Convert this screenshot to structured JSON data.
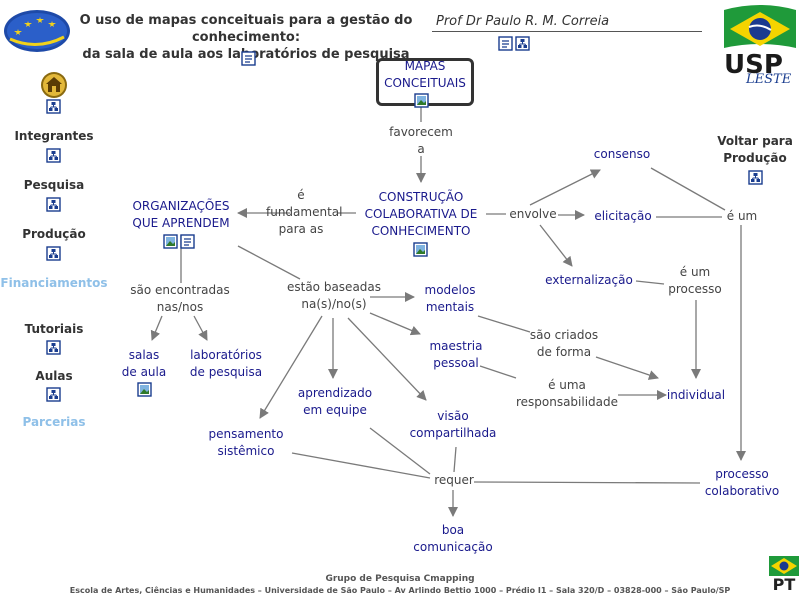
{
  "header": {
    "title_line1": "O uso de mapas conceituais para a gestão do conhecimento:",
    "title_line2": "da sala de aula aos laboratórios de pesquisa",
    "author": "Prof Dr Paulo R. M. Correia"
  },
  "logos": {
    "usp_text": "USP",
    "leste_text": "LESTE"
  },
  "nav": {
    "items": [
      {
        "label": "Integrantes"
      },
      {
        "label": "Pesquisa"
      },
      {
        "label": "Produção"
      },
      {
        "label": "Financiamentos"
      },
      {
        "label": "Tutoriais"
      },
      {
        "label": "Aulas"
      },
      {
        "label": "Parcerias"
      }
    ],
    "back_label_line1": "Voltar para",
    "back_label_line2": "Produção"
  },
  "concepts": {
    "mapas": [
      "MAPAS",
      "CONCEITUAIS"
    ],
    "construcao": [
      "CONSTRUÇÃO",
      "COLABORATIVA DE",
      "CONHECIMENTO"
    ],
    "organizacoes": [
      "ORGANIZAÇÕES",
      "QUE APRENDEM"
    ],
    "salas": [
      "salas",
      "de aula"
    ],
    "laboratorios": [
      "laboratórios",
      "de pesquisa"
    ],
    "consenso": "consenso",
    "elicitacao": "elicitação",
    "externalizacao": "externalização",
    "modelos": [
      "modelos",
      "mentais"
    ],
    "maestria": [
      "maestria",
      "pessoal"
    ],
    "aprendizado": [
      "aprendizado",
      "em equipe"
    ],
    "visao": [
      "visão",
      "compartilhada"
    ],
    "pensamento": [
      "pensamento",
      "sistêmico"
    ],
    "individual": "individual",
    "processo": [
      "processo",
      "colaborativo"
    ],
    "boa": [
      "boa",
      "comunicação"
    ]
  },
  "links": {
    "favorecem": [
      "favorecem",
      "a"
    ],
    "fundamental": [
      "é",
      "fundamental",
      "para as"
    ],
    "envolve": "envolve",
    "eum": "é um",
    "eumprocesso": [
      "é um",
      "processo"
    ],
    "encontradas": [
      "são encontradas",
      "nas/nos"
    ],
    "baseadas": [
      "estão baseadas",
      "na(s)/no(s)"
    ],
    "criados": [
      "são criados",
      "de forma"
    ],
    "responsabilidade": [
      "é uma",
      "responsabilidade"
    ],
    "requer": "requer"
  },
  "footer": {
    "line1": "Grupo de Pesquisa Cmapping",
    "line2": "Escola de Artes, Ciências e Humanidades – Universidade de São Paulo – Av Arlindo Bettio 1000 – Prédio I1 – Sala 320/D – 03828-000 – São Paulo/SP",
    "lang": "PT"
  },
  "colors": {
    "concept_text": "#1a1a8c",
    "link_text": "#444444",
    "nav_light": "#8fc0e8",
    "line": "#7a7a7a"
  }
}
